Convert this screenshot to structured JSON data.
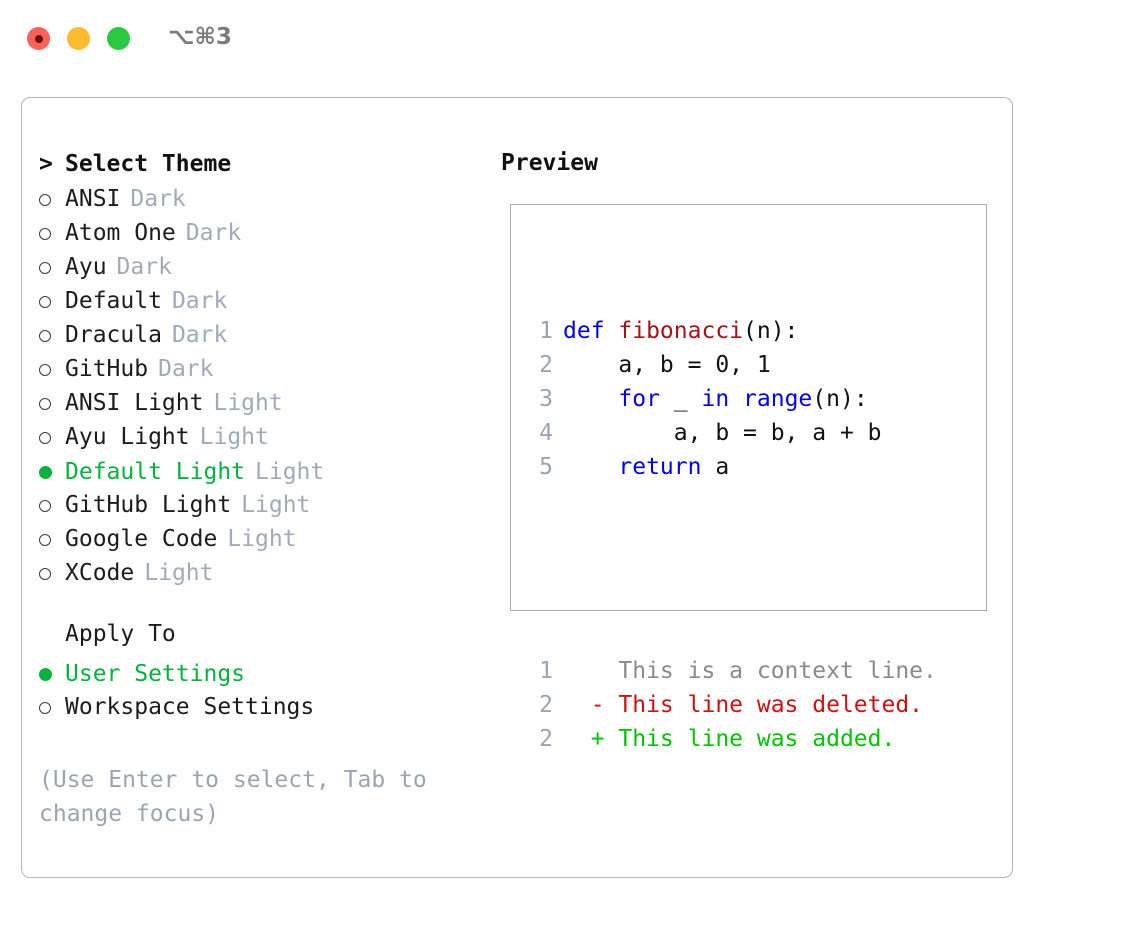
{
  "titlebar": {
    "shortcut": "⌥⌘3",
    "buttons": [
      {
        "name": "close",
        "color": "#fc6058"
      },
      {
        "name": "minimize",
        "color": "#fdbc2e"
      },
      {
        "name": "maximize",
        "color": "#2bc940"
      }
    ]
  },
  "theme_picker": {
    "header_marker": ">",
    "header": "Select Theme",
    "items": [
      {
        "marker": "○",
        "label": "ANSI",
        "tag": "Dark",
        "selected": false
      },
      {
        "marker": "○",
        "label": "Atom One",
        "tag": "Dark",
        "selected": false
      },
      {
        "marker": "○",
        "label": "Ayu",
        "tag": "Dark",
        "selected": false
      },
      {
        "marker": "○",
        "label": "Default",
        "tag": "Dark",
        "selected": false
      },
      {
        "marker": "○",
        "label": "Dracula",
        "tag": "Dark",
        "selected": false
      },
      {
        "marker": "○",
        "label": "GitHub",
        "tag": "Dark",
        "selected": false
      },
      {
        "marker": "○",
        "label": "ANSI Light",
        "tag": "Light",
        "selected": false
      },
      {
        "marker": "○",
        "label": "Ayu Light",
        "tag": "Light",
        "selected": false
      },
      {
        "marker": "●",
        "label": "Default Light",
        "tag": "Light",
        "selected": true
      },
      {
        "marker": "○",
        "label": "GitHub Light",
        "tag": "Light",
        "selected": false
      },
      {
        "marker": "○",
        "label": "Google Code",
        "tag": "Light",
        "selected": false
      },
      {
        "marker": "○",
        "label": "XCode",
        "tag": "Light",
        "selected": false
      }
    ]
  },
  "apply_to": {
    "header": "Apply To",
    "items": [
      {
        "marker": "●",
        "label": "User Settings",
        "selected": true
      },
      {
        "marker": "○",
        "label": "Workspace Settings",
        "selected": false
      }
    ]
  },
  "hint": "(Use Enter to select, Tab to change focus)",
  "preview": {
    "title": "Preview",
    "code_lines": [
      {
        "no": "1",
        "indent": "",
        "tokens": [
          {
            "t": "def ",
            "c": "kw"
          },
          {
            "t": "fibonacci",
            "c": "fn"
          },
          {
            "t": "(n):",
            "c": "punc"
          }
        ]
      },
      {
        "no": "2",
        "indent": "    ",
        "tokens": [
          {
            "t": "a, b = 0, 1",
            "c": "txt"
          }
        ]
      },
      {
        "no": "3",
        "indent": "    ",
        "tokens": [
          {
            "t": "for ",
            "c": "kw"
          },
          {
            "t": "_ ",
            "c": "punc"
          },
          {
            "t": "in ",
            "c": "kw"
          },
          {
            "t": "range",
            "c": "kw"
          },
          {
            "t": "(n):",
            "c": "punc"
          }
        ]
      },
      {
        "no": "4",
        "indent": "        ",
        "tokens": [
          {
            "t": "a, b = b, a + b",
            "c": "txt"
          }
        ]
      },
      {
        "no": "5",
        "indent": "    ",
        "tokens": [
          {
            "t": "return ",
            "c": "kw"
          },
          {
            "t": "a",
            "c": "txt"
          }
        ]
      }
    ],
    "diff_lines": [
      {
        "no": "1",
        "sign": " ",
        "text": "This is a context line.",
        "kind": "ctx"
      },
      {
        "no": "2",
        "sign": "-",
        "text": "This line was deleted.",
        "kind": "del"
      },
      {
        "no": "2",
        "sign": "+",
        "text": "This line was added.",
        "kind": "add"
      }
    ]
  },
  "colors": {
    "accent_green": "#05b33c",
    "tag_gray": "#9fabba",
    "keyword_blue": "#0000ee",
    "function_red": "#aa1111",
    "diff_deleted": "#cc1111",
    "diff_added": "#00c400",
    "border": "#adb6c4"
  }
}
